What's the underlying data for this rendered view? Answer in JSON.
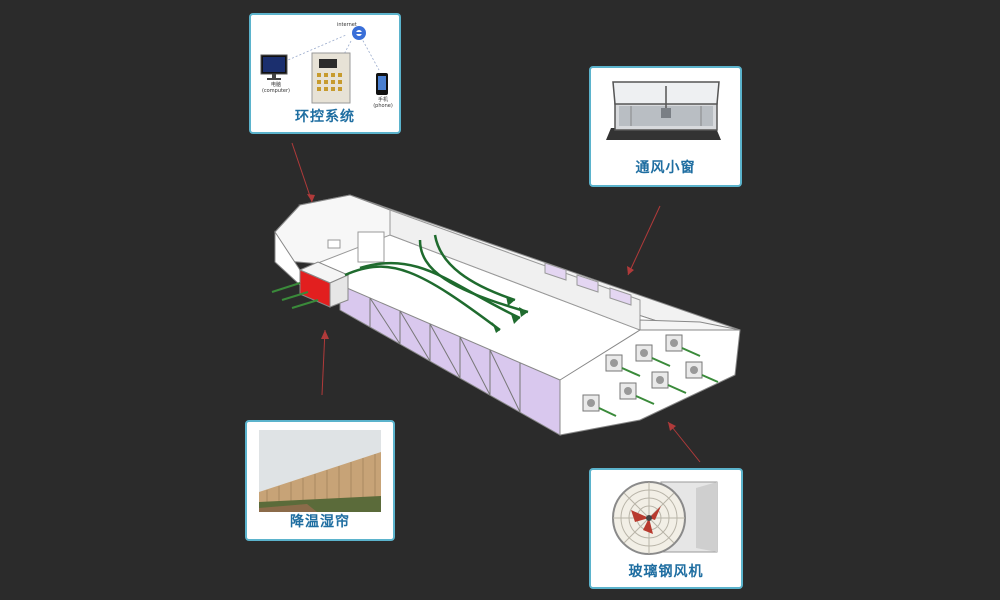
{
  "colors": {
    "background": "#2b2b2b",
    "card_border": "#5bb3cc",
    "caption": "#1f6ea1",
    "arrow": "#b03a3a",
    "airflow": "#1f6b2e",
    "pad_red": "#e21f1f",
    "side_purple": "#d9c8ee"
  },
  "cards": {
    "control": {
      "caption": "环控系统",
      "internet_label": "internet",
      "computer_label": "电脑\n(computer)",
      "phone_label": "手机\n(phone)"
    },
    "window": {
      "caption": "通风小窗"
    },
    "pad": {
      "caption": "降温湿帘"
    },
    "fan": {
      "caption": "玻璃钢风机"
    }
  }
}
